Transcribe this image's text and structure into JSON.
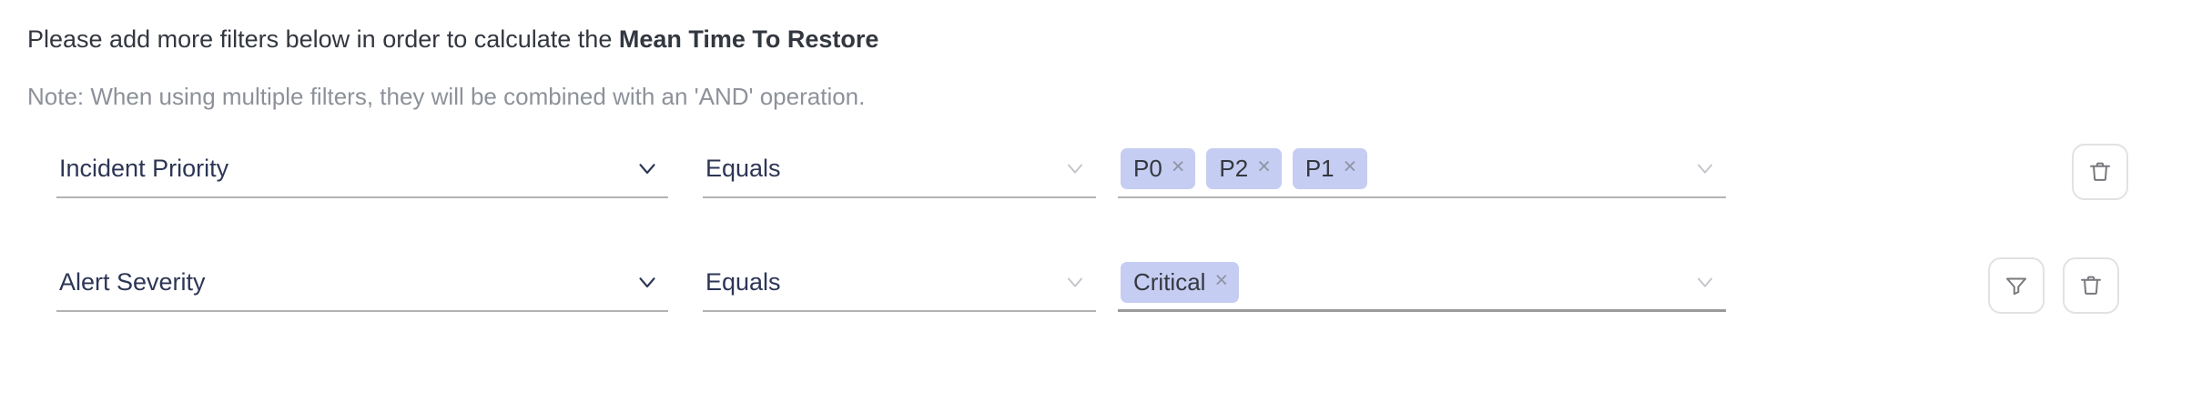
{
  "intro": {
    "heading_prefix": "Please add more filters below in order to calculate the ",
    "heading_metric": "Mean Time To Restore",
    "note": "Note: When using multiple filters, they will be combined with an 'AND' operation."
  },
  "colors": {
    "chip_background": "#c5cdf2",
    "field_text": "#2d3655",
    "note_text": "#8d9199",
    "underline": "#b3b3b3",
    "icon_stroke": "#77797e",
    "button_border": "#e2e2e4"
  },
  "filters": [
    {
      "field_label": "Incident Priority",
      "field_chevron_icon": "chevron-down-icon",
      "operator_label": "Equals",
      "operator_chevron_icon": "chevron-down-icon",
      "values": [
        {
          "label": "P0",
          "remove_icon": "close-icon",
          "remove_glyph": "×"
        },
        {
          "label": "P2",
          "remove_icon": "close-icon",
          "remove_glyph": "×"
        },
        {
          "label": "P1",
          "remove_icon": "close-icon",
          "remove_glyph": "×"
        }
      ],
      "value_chevron_icon": "chevron-down-icon",
      "actions": [
        {
          "name": "delete-filter-button",
          "icon": "trash-icon"
        }
      ]
    },
    {
      "field_label": "Alert Severity",
      "field_chevron_icon": "chevron-down-icon",
      "operator_label": "Equals",
      "operator_chevron_icon": "chevron-down-icon",
      "values": [
        {
          "label": "Critical",
          "remove_icon": "close-icon",
          "remove_glyph": "×"
        }
      ],
      "value_chevron_icon": "chevron-down-icon",
      "actions": [
        {
          "name": "add-filter-button",
          "icon": "funnel-icon"
        },
        {
          "name": "delete-filter-button",
          "icon": "trash-icon"
        }
      ]
    }
  ]
}
